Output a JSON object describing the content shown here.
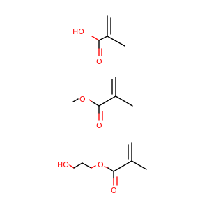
{
  "colors": {
    "background": "#ffffff",
    "carbon_bond": "#000000",
    "oxygen": "#ff0d0d"
  },
  "molecules": [
    {
      "labels": {
        "hydroxyl": "HO",
        "carbonyl_o": "O"
      }
    },
    {
      "labels": {
        "ether_o": "O",
        "carbonyl_o": "O"
      }
    },
    {
      "labels": {
        "hydroxyl": "HO",
        "ester_o": "O",
        "carbonyl_o": "O"
      }
    }
  ]
}
